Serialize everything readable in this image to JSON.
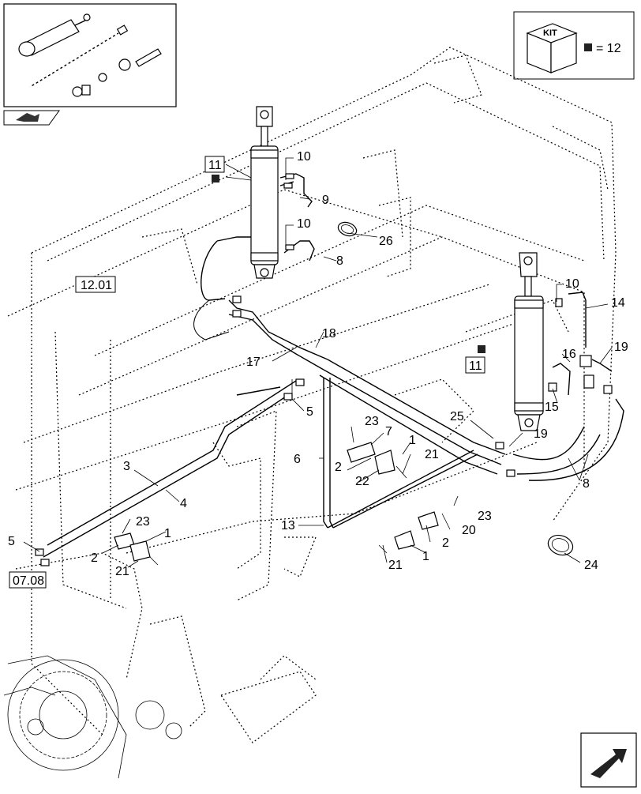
{
  "kit_box": {
    "title": "KIT",
    "equals": "= 12"
  },
  "refs": [
    "12.01",
    "07.08",
    "11",
    "11"
  ],
  "part_labels": [
    "10",
    "9",
    "10",
    "8",
    "26",
    "10",
    "14",
    "18",
    "17",
    "16",
    "19",
    "5",
    "15",
    "23",
    "7",
    "25",
    "19",
    "1",
    "2",
    "21",
    "22",
    "6",
    "3",
    "8",
    "4",
    "13",
    "23",
    "20",
    "1",
    "23",
    "5",
    "1",
    "2",
    "2",
    "21",
    "21",
    "24"
  ],
  "nav": {
    "top_left": "prev-page-icon",
    "bottom_right": "next-page-icon"
  }
}
